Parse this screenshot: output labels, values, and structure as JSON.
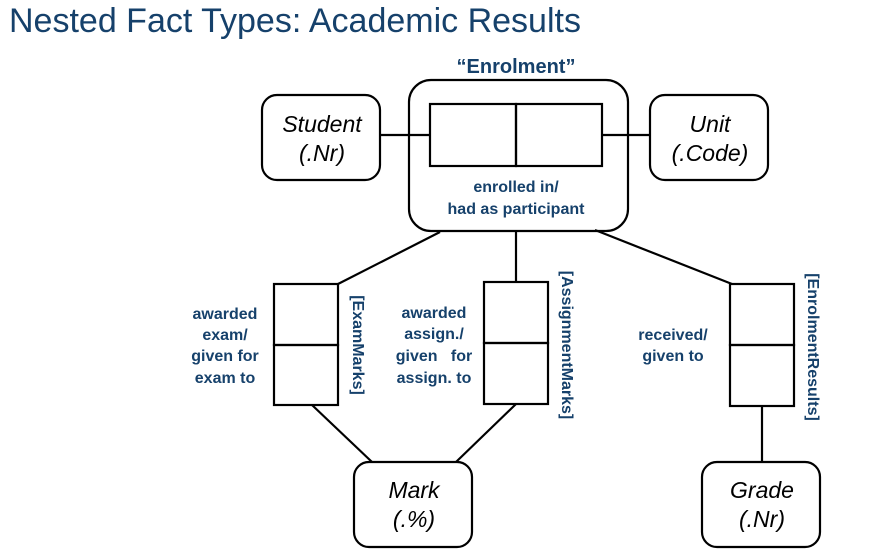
{
  "title": "Nested Fact Types: Academic Results",
  "objectified_name": "“Enrolment”",
  "entities": {
    "student": {
      "name": "Student",
      "ref": "(.Nr)"
    },
    "unit": {
      "name": "Unit",
      "ref": "(.Code)"
    },
    "mark": {
      "name": "Mark",
      "ref": "(.%)"
    },
    "grade": {
      "name": "Grade",
      "ref": "(.Nr)"
    }
  },
  "enrolment_reading": [
    "enrolled in/",
    "had as participant"
  ],
  "exam": {
    "reading": [
      "awarded",
      "exam/",
      "given for",
      "exam to"
    ],
    "name": "[ExamMarks]"
  },
  "assignment": {
    "reading": [
      "awarded",
      "assign./",
      "given   for",
      "assign. to"
    ],
    "name": "[AssignmentMarks]"
  },
  "result": {
    "reading": [
      "received/",
      "given to"
    ],
    "name": "[EnrolmentResults]"
  }
}
